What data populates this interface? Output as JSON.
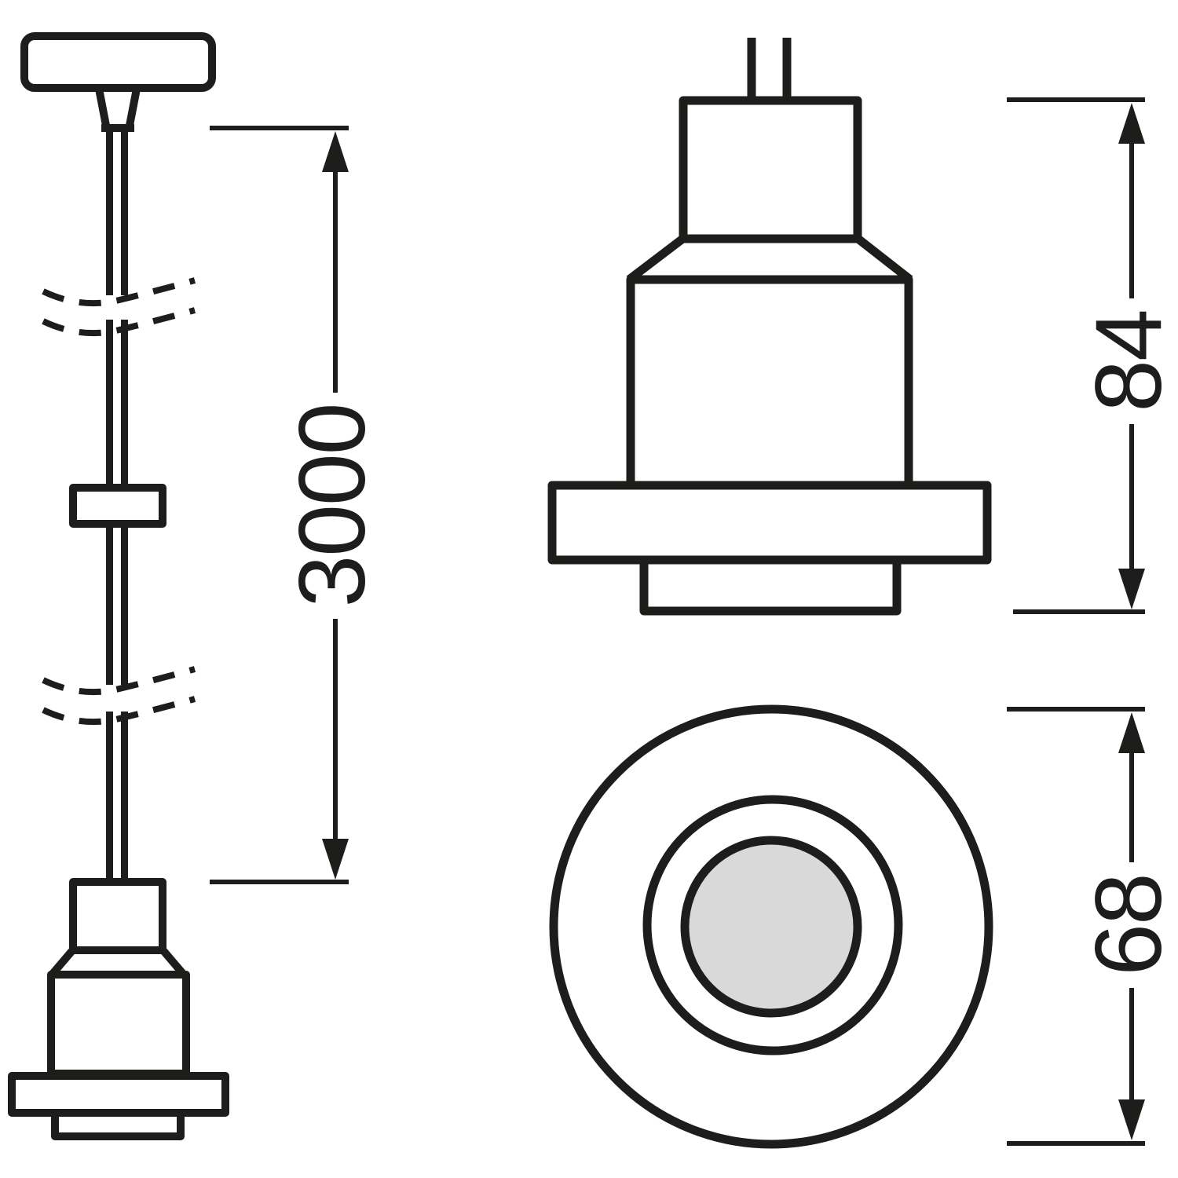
{
  "drawing": {
    "colors": {
      "line": "#1d1d1b",
      "background": "#ffffff",
      "shade": "#d9d9d9"
    },
    "dimension_labels": {
      "cable_length": "3000",
      "detail_height": "84",
      "detail_diameter": "68"
    }
  }
}
